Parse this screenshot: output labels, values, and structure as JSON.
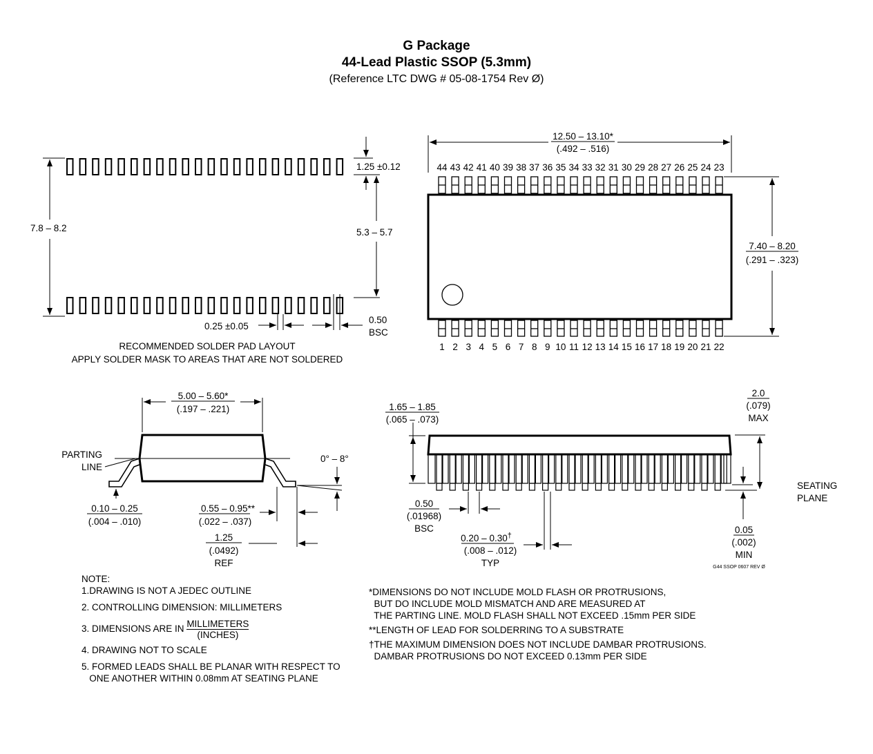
{
  "header": {
    "title": "G Package",
    "subtitle": "44-Lead Plastic SSOP (5.3mm)",
    "reference": "(Reference LTC DWG # 05-08-1754 Rev Ø)"
  },
  "solder_layout": {
    "dim_outer": "7.8 – 8.2",
    "dim_pad_len": "1.25 ±0.12",
    "dim_inner": "5.3 – 5.7",
    "dim_pad_width": "0.25 ±0.05",
    "dim_pitch_value": "0.50",
    "dim_pitch_unit": "BSC",
    "caption_1": "RECOMMENDED SOLDER PAD LAYOUT",
    "caption_2": "APPLY SOLDER MASK TO AREAS THAT ARE NOT SOLDERED"
  },
  "top_view": {
    "length_mm": "12.50 – 13.10*",
    "length_in": "(.492 – .516)",
    "width_mm": "7.40 – 8.20",
    "width_in": "(.291 – .323)",
    "top_pins": [
      "44",
      "43",
      "42",
      "41",
      "40",
      "39",
      "38",
      "37",
      "36",
      "35",
      "34",
      "33",
      "32",
      "31",
      "30",
      "29",
      "28",
      "27",
      "26",
      "25",
      "24",
      "23"
    ],
    "bottom_pins": [
      "1",
      "2",
      "3",
      "4",
      "5",
      "6",
      "7",
      "8",
      "9",
      "10",
      "11",
      "12",
      "13",
      "14",
      "15",
      "16",
      "17",
      "18",
      "19",
      "20",
      "21",
      "22"
    ]
  },
  "end_view": {
    "body_mm": "5.00 – 5.60*",
    "body_in": "(.197 – .221)",
    "parting_1": "PARTING",
    "parting_2": "LINE",
    "angle": "0° – 8°",
    "lead_thk_mm": "0.10 – 0.25",
    "lead_thk_in": "(.004 – .010)",
    "foot_mm": "0.55 – 0.95**",
    "foot_in": "(.022 – .037)",
    "ref_mm": "1.25",
    "ref_in": "(.0492)",
    "ref_label": "REF"
  },
  "side_view": {
    "standoff_mm": "1.65 – 1.85",
    "standoff_in": "(.065 – .073)",
    "max_mm": "2.0",
    "max_in": "(.079)",
    "max_label": "MAX",
    "seating_1": "SEATING",
    "seating_2": "PLANE",
    "pitch_mm": "0.50",
    "pitch_in": "(.01968)",
    "pitch_label": "BSC",
    "lead_w_mm": "0.20 – 0.30",
    "lead_w_dagger": "†",
    "lead_w_in": "(.008 – .012)",
    "lead_w_label": "TYP",
    "min_mm": "0.05",
    "min_in": "(.002)",
    "min_label": "MIN",
    "drawing_code": "G44 SSOP 0607 REV Ø"
  },
  "notes": {
    "heading": "NOTE:",
    "n1": "1.DRAWING IS NOT A JEDEC OUTLINE",
    "n2": "2. CONTROLLING DIMENSION: MILLIMETERS",
    "n3_prefix": "3. DIMENSIONS ARE IN",
    "n3_num": "MILLIMETERS",
    "n3_den": "(INCHES)",
    "n4": "4. DRAWING NOT TO SCALE",
    "n5a": "5. FORMED LEADS SHALL BE PLANAR WITH RESPECT TO",
    "n5b": "   ONE ANOTHER WITHIN 0.08mm AT SEATING PLANE"
  },
  "footnotes": {
    "f1a": "*DIMENSIONS DO NOT INCLUDE MOLD FLASH OR PROTRUSIONS,",
    "f1b": "  BUT DO INCLUDE MOLD MISMATCH AND ARE MEASURED AT",
    "f1c": "  THE PARTING LINE. MOLD FLASH SHALL NOT EXCEED .15mm PER SIDE",
    "f2": "**LENGTH OF LEAD FOR SOLDERRING TO A SUBSTRATE",
    "f3a": "†THE MAXIMUM DIMENSION DOES NOT INCLUDE DAMBAR PROTRUSIONS.",
    "f3b": "  DAMBAR PROTRUSIONS DO NOT EXCEED 0.13mm PER SIDE"
  }
}
